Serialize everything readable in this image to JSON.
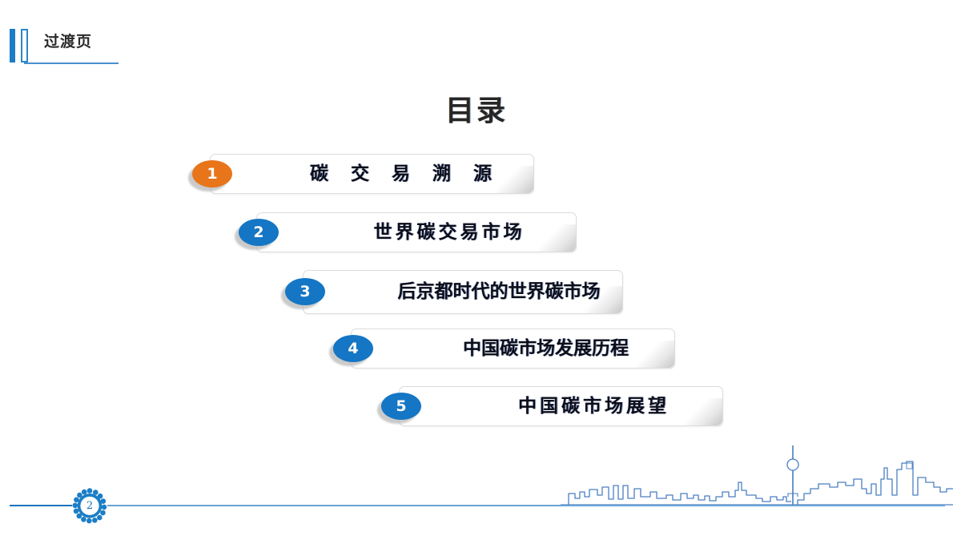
{
  "header": {
    "kicker": "过渡页"
  },
  "title": "目录",
  "toc": {
    "items": [
      {
        "number": "1",
        "label": "碳 交 易 溯 源",
        "badge_color": "#E8751A"
      },
      {
        "number": "2",
        "label": "世界碳交易市场",
        "badge_color": "#1476C4"
      },
      {
        "number": "3",
        "label": "后京都时代的世界碳市场",
        "badge_color": "#1476C4"
      },
      {
        "number": "4",
        "label": "中国碳市场发展历程",
        "badge_color": "#1476C4"
      },
      {
        "number": "5",
        "label": "中国碳市场展望",
        "badge_color": "#1476C4"
      }
    ]
  },
  "footer": {
    "page_number": "2"
  },
  "colors": {
    "accent_blue": "#1476C4",
    "accent_orange": "#E8751A",
    "rule_dark": "#1C73BD",
    "rule_light": "#6BA3D6",
    "skyline": "#4a7fc1",
    "title_text": "#262626",
    "item_text": "#0D0D1A"
  }
}
